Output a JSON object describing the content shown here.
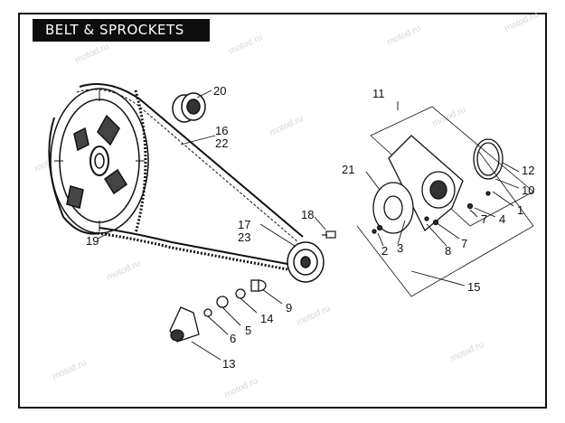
{
  "title": "BELT & SPROCKETS",
  "watermark": "motod.ru",
  "callouts": [
    "20",
    "16",
    "22",
    "11",
    "21",
    "12",
    "10",
    "1",
    "4",
    "7",
    "3",
    "2",
    "7",
    "8",
    "18",
    "17",
    "23",
    "19",
    "9",
    "14",
    "5",
    "6",
    "15",
    "13"
  ]
}
